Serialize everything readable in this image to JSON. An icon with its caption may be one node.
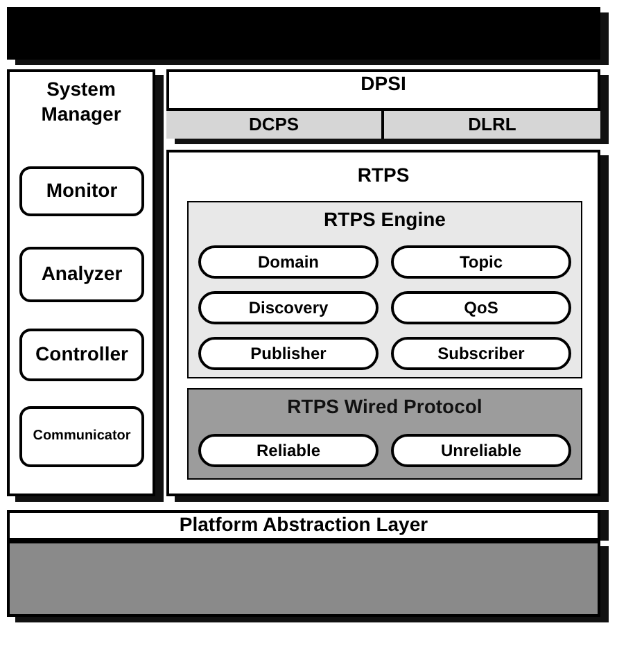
{
  "diagram": {
    "nodes": [
      {
        "text": [],
        "shape": "bar"
      },
      {
        "text": [
          "System Manager"
        ]
      },
      {
        "text": [
          "Monitor"
        ],
        "in": 1
      },
      {
        "text": [
          "Analyzer"
        ],
        "in": 1
      },
      {
        "text": [
          "Controller"
        ],
        "in": 1
      },
      {
        "text": [
          "Communicator"
        ],
        "in": 1
      },
      {
        "text": [
          "DPSI"
        ]
      },
      {
        "text": [
          "DCPS"
        ],
        "in": 6
      },
      {
        "text": [
          "DLRL"
        ],
        "in": 6
      },
      {
        "text": [
          "RTPS"
        ]
      },
      {
        "text": [
          "RTPS Engine"
        ],
        "in": 9
      },
      {
        "text": [
          "Domain"
        ],
        "in": 10
      },
      {
        "text": [
          "Topic"
        ],
        "in": 10
      },
      {
        "text": [
          "Discovery"
        ],
        "in": 10
      },
      {
        "text": [
          "QoS"
        ],
        "in": 10
      },
      {
        "text": [
          "Publisher"
        ],
        "in": 10
      },
      {
        "text": [
          "Subscriber"
        ],
        "in": 10
      },
      {
        "text": [
          "RTPS Wired Protocol"
        ],
        "in": 9
      },
      {
        "text": [
          "Reliable"
        ],
        "in": 17
      },
      {
        "text": [
          "Unreliable"
        ],
        "in": 17
      },
      {
        "text": [
          "Platform Abstraction Layer"
        ]
      },
      {
        "text": [],
        "shape": "bar"
      }
    ]
  }
}
